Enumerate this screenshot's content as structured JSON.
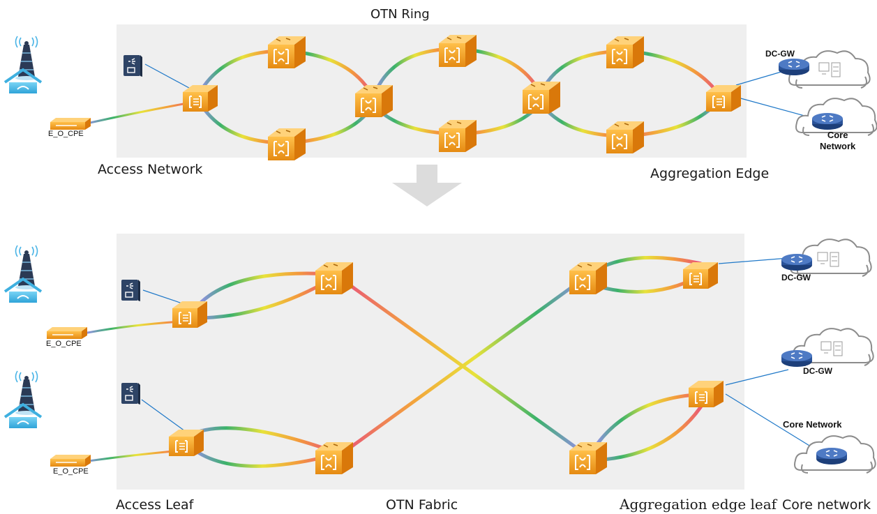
{
  "top": {
    "title": "OTN Ring",
    "left_caption": "Access Network",
    "right_caption": "Aggregation Edge",
    "cpe_label": "E_O_CPE",
    "dcgw_label": "DC-GW",
    "core_label_line1": "Core",
    "core_label_line2": "Network"
  },
  "bottom": {
    "cpe_label_1": "E_O_CPE",
    "cpe_label_2": "E_O_CPE",
    "dcgw_label_1": "DC-GW",
    "dcgw_label_2": "DC-GW",
    "core_label": "Core Network",
    "caption_access": "Access Leaf",
    "caption_fabric": "OTN Fabric",
    "caption_agg": "Aggregation edge leaf",
    "caption_core": "Core network"
  },
  "colors": {
    "panel": "#efefef",
    "device": "#f39a1e",
    "device_dark": "#d97d0a",
    "wire": "#1f78c8",
    "arrow": "#dcdcdc",
    "tower": "#3fa3d8",
    "router": "#1d3f7a"
  }
}
